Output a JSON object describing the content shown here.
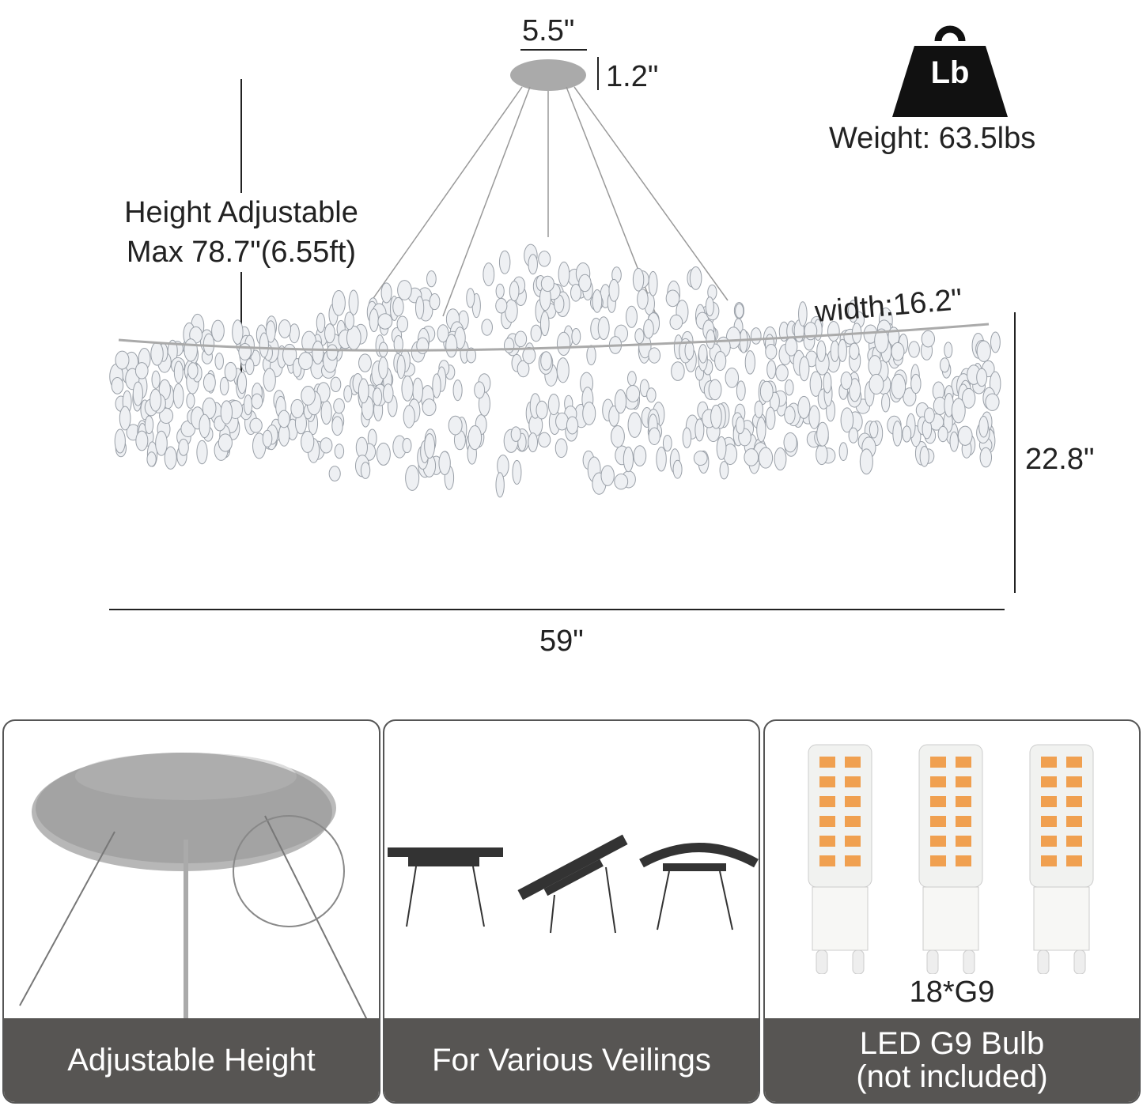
{
  "dimensions": {
    "canopy_diameter": "5.5\"",
    "canopy_height": "1.2\"",
    "height_adjustable_line1": "Height Adjustable",
    "height_adjustable_line2": "Max 78.7\"(6.55ft)",
    "width": "width:16.2\"",
    "height": "22.8\"",
    "length": "59\""
  },
  "weight": {
    "icon_text": "Lb",
    "label": "Weight: 63.5lbs"
  },
  "panels": [
    {
      "caption": "Adjustable Height"
    },
    {
      "caption": "For Various Veilings"
    },
    {
      "caption_line1": "LED G9 Bulb",
      "caption_line2": "(not included)",
      "bulb_count": "18*G9"
    }
  ],
  "colors": {
    "caption_bg": "#575553",
    "line": "#222222"
  }
}
